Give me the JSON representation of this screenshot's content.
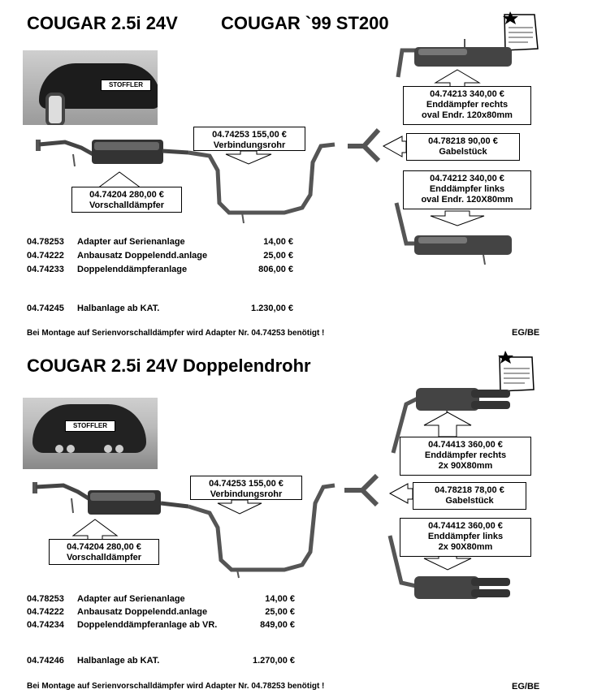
{
  "section1": {
    "title_left": "COUGAR 2.5i 24V",
    "title_right": "COUGAR `99  ST200",
    "logo_text": "STOFFLER",
    "vorschall": {
      "line1": "04.74204   280,00 €",
      "line2": "Vorschalldämpfer"
    },
    "verbindung": {
      "line1": "04.74253  155,00 €",
      "line2": "Verbindungsrohr"
    },
    "gabel": {
      "line1": "04.78218  90,00 €",
      "line2": "Gabelstück"
    },
    "rechts": {
      "line1": "04.74213   340,00 €",
      "line2": "Enddämpfer rechts",
      "line3": "oval Endr. 120x80mm"
    },
    "links": {
      "line1": "04.74212   340,00 €",
      "line2": "Enddämpfer links",
      "line3": "oval Endr. 120X80mm"
    },
    "items": [
      {
        "num": "04.78253",
        "desc": "Adapter auf Serienanlage",
        "price": "14,00 €"
      },
      {
        "num": "04.74222",
        "desc": "Anbausatz Doppelendd.anlage",
        "price": "25,00 €"
      },
      {
        "num": "04.74233",
        "desc": "Doppelenddämpferanlage",
        "price": "806,00 €"
      }
    ],
    "halb": {
      "num": "04.74245",
      "desc": "Halbanlage ab KAT.",
      "price": "1.230,00 €"
    },
    "footer": "Bei Montage auf Serienvorschalldämpfer wird Adapter Nr. 04.74253 benötigt !",
    "code": "EG/BE"
  },
  "section2": {
    "title": "COUGAR 2.5i 24V Doppelendrohr",
    "logo_text": "STOFFLER",
    "vorschall": {
      "line1": "04.74204   280,00 €",
      "line2": "Vorschalldämpfer"
    },
    "verbindung": {
      "line1": "04.74253   155,00 €",
      "line2": "Verbindungsrohr"
    },
    "gabel": {
      "line1": "04.78218  78,00 €",
      "line2": "Gabelstück"
    },
    "rechts": {
      "line1": "04.74413   360,00 €",
      "line2": "Enddämpfer rechts",
      "line3": "2x 90X80mm"
    },
    "links": {
      "line1": "04.74412   360,00 €",
      "line2": "Enddämpfer links",
      "line3": "2x 90X80mm"
    },
    "items": [
      {
        "num": "04.78253",
        "desc": "Adapter auf Serienanlage",
        "price": "14,00 €"
      },
      {
        "num": "04.74222",
        "desc": "Anbausatz Doppelendd.anlage",
        "price": "25,00 €"
      },
      {
        "num": "04.74234",
        "desc": "Doppelenddämpferanlage ab VR.",
        "price": "849,00 €"
      }
    ],
    "halb": {
      "num": "04.74246",
      "desc": "Halbanlage ab KAT.",
      "price": "1.270,00 €"
    },
    "footer": "Bei Montage auf Serienvorschalldämpfer wird Adapter Nr. 04.78253 benötigt !",
    "code": "EG/BE"
  }
}
